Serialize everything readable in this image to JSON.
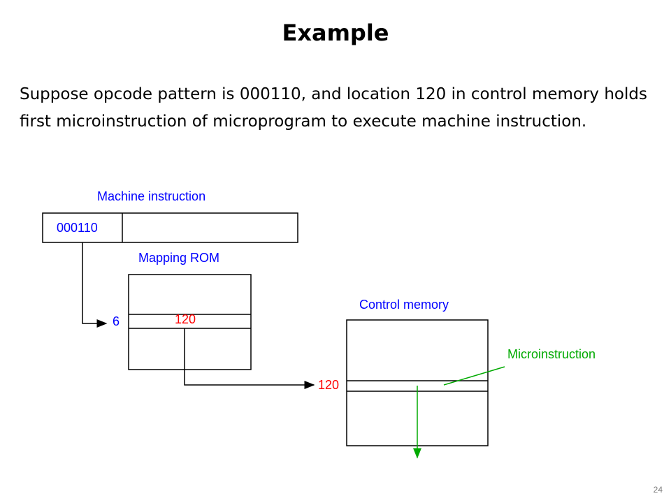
{
  "slide": {
    "title": "Example",
    "body": "Suppose opcode pattern is 000110, and location 120 in control memory holds first microinstruction of microprogram to execute machine instruction.",
    "page_number": "24"
  },
  "diagram": {
    "machine_instruction_label": "Machine instruction",
    "opcode_value": "000110",
    "mapping_rom_label": "Mapping ROM",
    "mapping_input": "6",
    "mapping_output": "120",
    "control_memory_label": "Control memory",
    "control_address": "120",
    "microinstruction_label": "Microinstruction",
    "colors": {
      "label_blue": "#0000ff",
      "value_red": "#ff0000",
      "pointer_green": "#00aa00"
    }
  }
}
